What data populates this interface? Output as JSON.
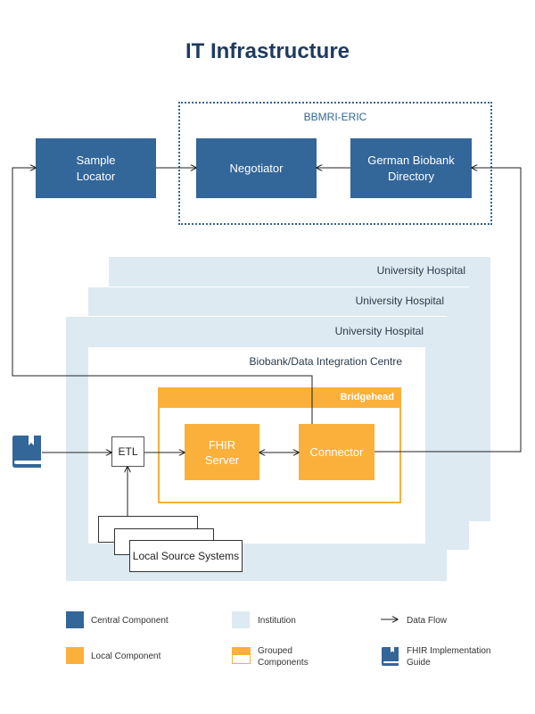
{
  "title": "IT Infrastructure",
  "bbmri": {
    "label": "BBMRI-ERIC"
  },
  "central": {
    "sample_locator": "Sample\nLocator",
    "negotiator": "Negotiator",
    "directory": "German Biobank\nDirectory"
  },
  "institutions": [
    "University Hospital",
    "University Hospital",
    "University Hospital"
  ],
  "integration_centre": "Biobank/Data Integration Centre",
  "bridgehead": {
    "label": "Bridgehead",
    "fhir_server": "FHIR\nServer",
    "connector": "Connector"
  },
  "etl": "ETL",
  "local_sources": "Local Source Systems",
  "legend": {
    "central": "Central Component",
    "institution": "Institution",
    "data_flow": "Data Flow",
    "local": "Local Component",
    "grouped": "Grouped\nComponents",
    "fhir_guide": "FHIR Implementation\nGuide"
  },
  "colors": {
    "central": "#336699",
    "local": "#fbb03b",
    "institution": "#deeaf2"
  }
}
